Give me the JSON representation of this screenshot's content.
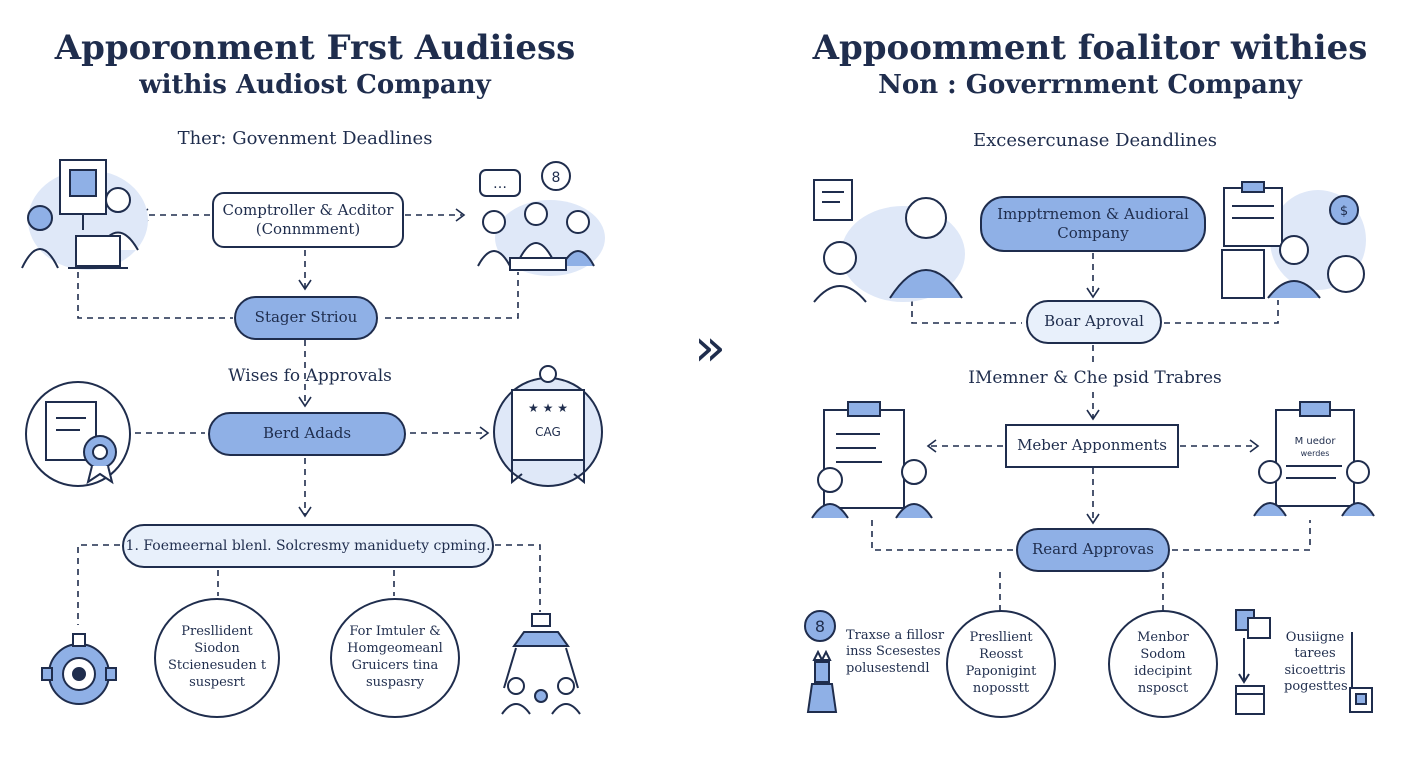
{
  "left": {
    "title": "Apporonment Frst Audiiess",
    "subtitle": "withis Audiost Company",
    "section_top": "Ther: Govenment Deadlines",
    "node_controller": "Comptroller & Acditor (Connmment)",
    "node_stager": "Stager Striou",
    "section_mid": "Wises fo Approvals",
    "node_board": "Berd Adads",
    "node_formal": "1. Foemeernal blenl. Solcresmy maniduety cpming.",
    "circle_1": "Presllident Siodon Stcienesuden t suspesrt",
    "circle_2": "For Imtuler & Homgeomeanl Gruicers tina suspasry",
    "badge_text": "CAG"
  },
  "right": {
    "title": "Appoomment foalitor withies",
    "subtitle": "Non : Goverrnment Company",
    "section_top": "Excesercunase Deandlines",
    "node_appointment": "Impptrnemon & Audioral Company",
    "node_board_approval": "Boar Aproval",
    "section_mid": "IMemner & Che psid Trabres",
    "node_member": "Meber Apponments",
    "node_board_approvas": "Reard Approvas",
    "circle_1": "Presllient Reosst Paponigint noposstt",
    "circle_2": "Menbor Sodom idecipint nsposct",
    "note_left_num": "8",
    "note_left": "Traxse a fillosr inss Scesestes polusestendl",
    "note_right": "Ousiigne tarees sicoettris pogesttes",
    "doc_text_1": "M uedor",
    "doc_text_2": "werdes"
  },
  "divider_glyph": "»",
  "colors": {
    "navy": "#1f2d4d",
    "accent_blue": "#8fb0e6",
    "pale_blue": "#e8f0fb",
    "soft_blob": "#dfe8f8"
  }
}
